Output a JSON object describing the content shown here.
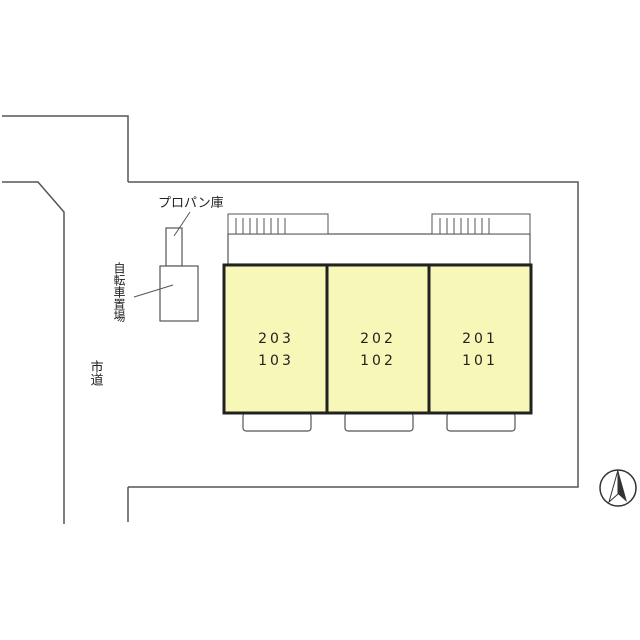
{
  "labels": {
    "propane": "プロパン庫",
    "bicycle": "自転車置場",
    "road": "市道"
  },
  "units": [
    {
      "upper": "203",
      "lower": "103"
    },
    {
      "upper": "202",
      "lower": "102"
    },
    {
      "upper": "201",
      "lower": "101"
    }
  ],
  "colors": {
    "unit_fill": "#f7f7b8",
    "unit_stroke": "#222222",
    "line": "#555555"
  },
  "icons": {
    "north": "north-arrow-icon"
  }
}
